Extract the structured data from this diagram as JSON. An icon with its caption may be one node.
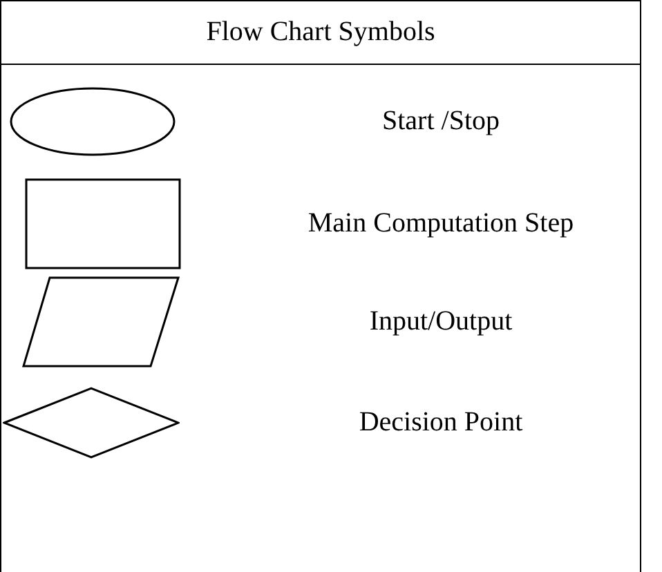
{
  "diagram": {
    "title": "Flow Chart Symbols",
    "nodes": [
      {
        "text": [],
        "shape": "ellipse"
      },
      {
        "text": [],
        "shape": "box"
      },
      {
        "text": [],
        "shape": "parallelogram"
      },
      {
        "text": [],
        "shape": "diamond"
      }
    ],
    "legend": [
      {
        "text": "Start /Stop"
      },
      {
        "text": "Main Computation Step"
      },
      {
        "text": "Input/Output"
      },
      {
        "text": "Decision Point"
      }
    ]
  }
}
